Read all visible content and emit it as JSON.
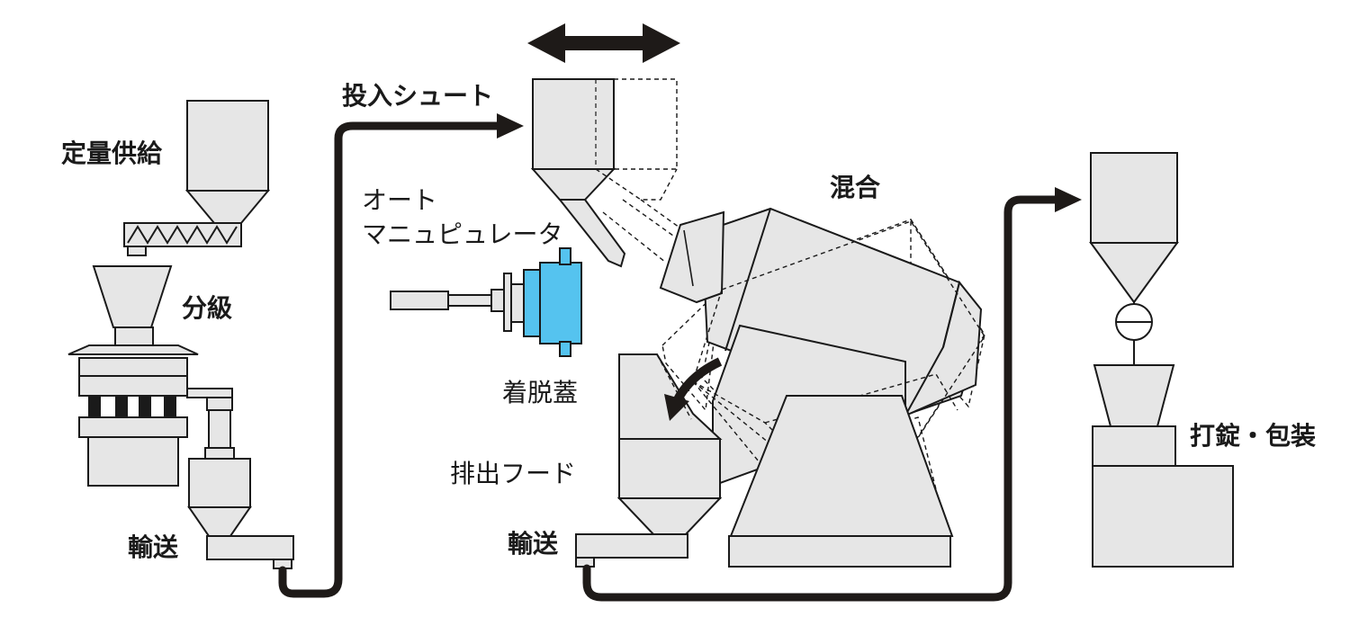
{
  "labels": {
    "fixed_feed": "定量供給",
    "classify": "分級",
    "transport_left": "輸送",
    "charge_chute": "投入シュート",
    "auto_manipulator_line1": "オート",
    "auto_manipulator_line2": "マニュピュレータ",
    "lid": "着脱蓋",
    "discharge_hood": "排出フード",
    "transport_mid": "輸送",
    "mixing": "混合",
    "tablet_pack": "打錠・包装"
  },
  "colors": {
    "equipment_fill": "#e6e6e6",
    "outline": "#1a1a1a",
    "flow_line": "#1e1a18",
    "lid_blue": "#55c3ef"
  },
  "icons": {
    "double_arrow": "double-arrow-icon",
    "flow_arrowhead": "arrowhead-icon",
    "curved_arrow": "curved-arrow-icon",
    "valve": "valve-icon"
  }
}
